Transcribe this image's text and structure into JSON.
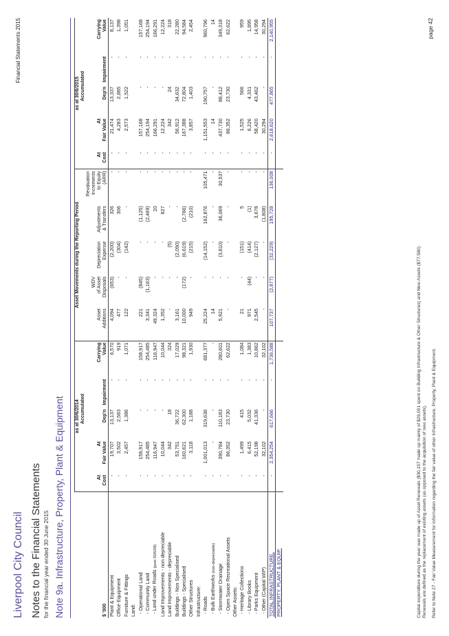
{
  "header": {
    "council": "Liverpool City Council",
    "document": "Financial Statements 2015",
    "notes_title": "Notes to the Financial Statements",
    "notes_subtitle": "for the financial year ended 30 June 2015",
    "note_heading": "Note 9a. Infrastructure, Property, Plant & Equipment"
  },
  "table": {
    "units": "$ '000",
    "group_2014": "as at 30/6/2014",
    "group_movements": "Asset Movements during the Reporting Period",
    "group_2015": "as at 30/6/2015",
    "accumulated": "Accumulated",
    "col_at_cost": [
      "At",
      "Cost"
    ],
    "col_at_fv": [
      "At",
      "Fair Value"
    ],
    "col_depn": "Dep'n",
    "col_impairment": "Impairment",
    "col_carrying": [
      "Carrying",
      "Value"
    ],
    "col_additions": [
      "Asset",
      "Additions"
    ],
    "col_wdv": [
      "WDV",
      "of Asset",
      "Disposals"
    ],
    "col_depreciation": [
      "Depreciation",
      "Expense"
    ],
    "col_adjustments": [
      "Adjustments",
      "& Transfers"
    ],
    "col_revaluation": [
      "Revaluation",
      "Increments",
      "to Equity",
      "(ARR)"
    ],
    "rows": [
      {
        "label": "Plant & Equipment",
        "v": [
          "-",
          "19,707",
          "13,137",
          "-",
          "6,570",
          "4,094",
          "(653)",
          "(2,200)",
          "326",
          "-",
          "-",
          "21,474",
          "13,337",
          "-",
          "8,137"
        ]
      },
      {
        "label": "Office Equipment",
        "v": [
          "-",
          "3,502",
          "2,583",
          "-",
          "919",
          "477",
          "-",
          "(304)",
          "306",
          "-",
          "-",
          "4,283",
          "2,885",
          "-",
          "1,398"
        ]
      },
      {
        "label": "Furniture & Fittings",
        "v": [
          "-",
          "2,457",
          "1,386",
          "-",
          "1,071",
          "122",
          "-",
          "(142)",
          "-",
          "-",
          "-",
          "2,573",
          "1,522",
          "-",
          "1,051"
        ]
      },
      {
        "label": "Land:",
        "section": true
      },
      {
        "label": "- Operational Land",
        "indent": true,
        "v": [
          "-",
          "158,917",
          "-",
          "-",
          "158,917",
          "221",
          "(845)",
          "-",
          "(1,125)",
          "-",
          "-",
          "157,168",
          "-",
          "-",
          "157,168"
        ]
      },
      {
        "label": "- Community Land",
        "indent": true,
        "v": [
          "-",
          "254,485",
          "-",
          "-",
          "254,485",
          "3,341",
          "(1,163)",
          "-",
          "(2,469)",
          "-",
          "-",
          "254,194",
          "-",
          "-",
          "254,194"
        ]
      },
      {
        "label": "- Land under Roads",
        "note": "(post 30/6/08)",
        "indent": true,
        "v": [
          "-",
          "116,947",
          "-",
          "-",
          "116,947",
          "49,324",
          "-",
          "-",
          "20",
          "-",
          "-",
          "166,291",
          "-",
          "-",
          "166,291"
        ]
      },
      {
        "label": "Land Improvements - non depreciable",
        "v": [
          "-",
          "10,044",
          "-",
          "-",
          "10,044",
          "1,352",
          "-",
          "-",
          "827",
          "-",
          "-",
          "12,224",
          "-",
          "-",
          "12,224"
        ]
      },
      {
        "label": "Land Improvements - depreciable",
        "v": [
          "-",
          "342",
          "18",
          "-",
          "324",
          "-",
          "-",
          "(5)",
          "-",
          "-",
          "-",
          "342",
          "24",
          "-",
          "318"
        ]
      },
      {
        "label": "Buildings - Non Specialised",
        "v": [
          "-",
          "53,751",
          "36,722",
          "-",
          "17,029",
          "3,161",
          "-",
          "(2,090)",
          "-",
          "-",
          "-",
          "56,912",
          "34,632",
          "-",
          "22,280"
        ]
      },
      {
        "label": "Buildings - Specialised",
        "v": [
          "-",
          "160,621",
          "62,300",
          "-",
          "98,321",
          "10,000",
          "(172)",
          "(6,619)",
          "(2,766)",
          "-",
          "-",
          "167,388",
          "72,804",
          "-",
          "94,584"
        ]
      },
      {
        "label": "Other Structures",
        "v": [
          "-",
          "3,118",
          "1,188",
          "-",
          "1,930",
          "949",
          "-",
          "(215)",
          "(210)",
          "-",
          "-",
          "3,857",
          "1,403",
          "-",
          "2,454"
        ]
      },
      {
        "label": "Infrastructure:",
        "section": true
      },
      {
        "label": "- Roads",
        "indent": true,
        "v": [
          "-",
          "1,001,013",
          "319,636",
          "-",
          "681,377",
          "25,224",
          "-",
          "(14,152)",
          "162,876",
          "105,471",
          "-",
          "1,151,553",
          "190,757",
          "-",
          "960,796"
        ]
      },
      {
        "label": "- Bulk Earthworks",
        "note": "(non-depreciable)",
        "indent": true,
        "v": [
          "-",
          "-",
          "-",
          "-",
          "-",
          "14",
          "-",
          "-",
          "-",
          "-",
          "-",
          "14",
          "-",
          "-",
          "14"
        ]
      },
      {
        "label": "- Stormwater Drainage",
        "indent": true,
        "v": [
          "-",
          "390,784",
          "110,183",
          "-",
          "280,601",
          "5,921",
          "-",
          "(3,810)",
          "36,069",
          "30,537",
          "-",
          "437,730",
          "88,412",
          "-",
          "349,318"
        ]
      },
      {
        "label": "- Open Space Recreational Assets",
        "indent": true,
        "v": [
          "-",
          "86,352",
          "23,730",
          "-",
          "62,622",
          "-",
          "-",
          "-",
          "-",
          "-",
          "-",
          "86,352",
          "23,730",
          "-",
          "62,622"
        ]
      },
      {
        "label": "Other Assets:",
        "section": true
      },
      {
        "label": "- Heritage Collections",
        "indent": true,
        "v": [
          "-",
          "1,499",
          "415",
          "-",
          "1,084",
          "21",
          "-",
          "(151)",
          "5",
          "-",
          "-",
          "1,525",
          "566",
          "-",
          "959"
        ]
      },
      {
        "label": "- Library Books",
        "indent": true,
        "v": [
          "-",
          "6,415",
          "5,032",
          "-",
          "1,383",
          "971",
          "(44)",
          "(414)",
          "(1)",
          "-",
          "-",
          "6,226",
          "4,331",
          "-",
          "1,895"
        ]
      },
      {
        "label": "- Parks Equipment",
        "indent": true,
        "v": [
          "-",
          "52,198",
          "41,336",
          "-",
          "10,862",
          "2,545",
          "-",
          "(2,127)",
          "3,678",
          "-",
          "-",
          "58,420",
          "43,462",
          "-",
          "14,958"
        ]
      },
      {
        "label": "- Other (Capital WIP)",
        "indent": true,
        "v": [
          "-",
          "32,102",
          "-",
          "-",
          "32,102",
          "-",
          "-",
          "-",
          "(1,808)",
          "-",
          "-",
          "30,294",
          "-",
          "-",
          "30,294"
        ]
      }
    ],
    "total": {
      "label_1": "TOTAL INFRASTRUCTURE,",
      "label_2": "PROPERTY, PLANT & EQUIP.",
      "v": [
        "-",
        "2,354,254",
        "617,666",
        "-",
        "1,736,588",
        "107,737",
        "(2,877)",
        "(32,229)",
        "195,728",
        "136,008",
        "-",
        "2,618,620",
        "477,865",
        "-",
        "2,140,955"
      ]
    }
  },
  "footnotes": {
    "capex": "Capital expenditure during the year was made up of Asset Renewals ($30,157 made up mainly of $26,001 spent on Building Infrastructure & Other Structures) and New Assets ($77,580).",
    "renewals": "Renewals are defined as the replacement of existing assets (as opposed to the acquisition of new assets).",
    "refer": "Refer to Note 27 - Fair Value Measurement for information regarding the fair value of other Infrastructure, Property, Plant & Equipment."
  },
  "footer": {
    "page": "page 42"
  }
}
